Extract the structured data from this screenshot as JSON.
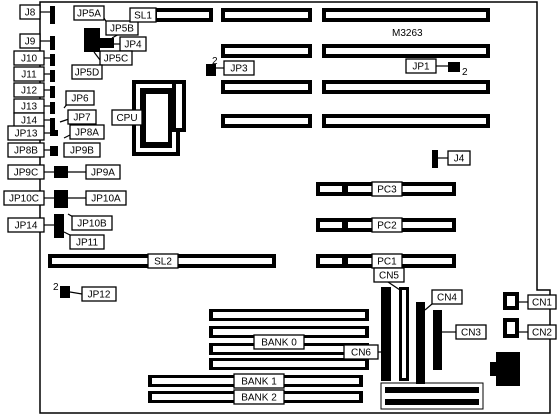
{
  "board": {
    "model": "M3263",
    "cpu": "CPU",
    "pin_marks": [
      "2",
      "2",
      "2"
    ]
  },
  "labels": {
    "J8": "J8",
    "J9": "J9",
    "J10": "J10",
    "J11": "J11",
    "J12": "J12",
    "J13": "J13",
    "J14": "J14",
    "JP13": "JP13",
    "JP8B": "JP8B",
    "JP9C": "JP9C",
    "JP10C": "JP10C",
    "JP14": "JP14",
    "JP5A": "JP5A",
    "JP5B": "JP5B",
    "JP4": "JP4",
    "JP5C": "JP5C",
    "JP5D": "JP5D",
    "JP3": "JP3",
    "JP1": "JP1",
    "JP6": "JP6",
    "JP7": "JP7",
    "JP8A": "JP8A",
    "JP9B": "JP9B",
    "JP9A": "JP9A",
    "JP10A": "JP10A",
    "JP10B": "JP10B",
    "JP11": "JP11",
    "JP12": "JP12",
    "J4": "J4",
    "SL1": "SL1",
    "SL2": "SL2",
    "PC1": "PC1",
    "PC2": "PC2",
    "PC3": "PC3",
    "CN1": "CN1",
    "CN2": "CN2",
    "CN3": "CN3",
    "CN4": "CN4",
    "CN5": "CN5",
    "CN6": "CN6",
    "BANK0": "BANK 0",
    "BANK1": "BANK 1",
    "BANK2": "BANK 2"
  }
}
